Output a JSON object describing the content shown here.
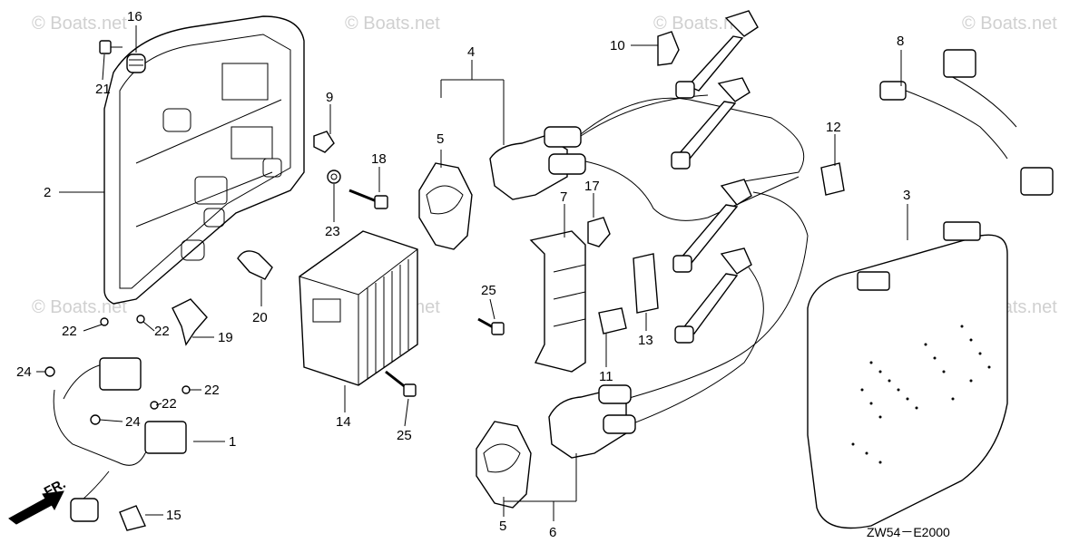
{
  "diagram": {
    "code": "ZW54－E2000",
    "direction_label": "FR.",
    "watermark": "© Boats.net",
    "callouts": [
      "1",
      "2",
      "3",
      "4",
      "5",
      "5",
      "6",
      "7",
      "8",
      "9",
      "10",
      "11",
      "12",
      "13",
      "14",
      "15",
      "16",
      "17",
      "18",
      "19",
      "20",
      "21",
      "22",
      "22",
      "22",
      "22",
      "23",
      "24",
      "24",
      "25",
      "25"
    ]
  }
}
